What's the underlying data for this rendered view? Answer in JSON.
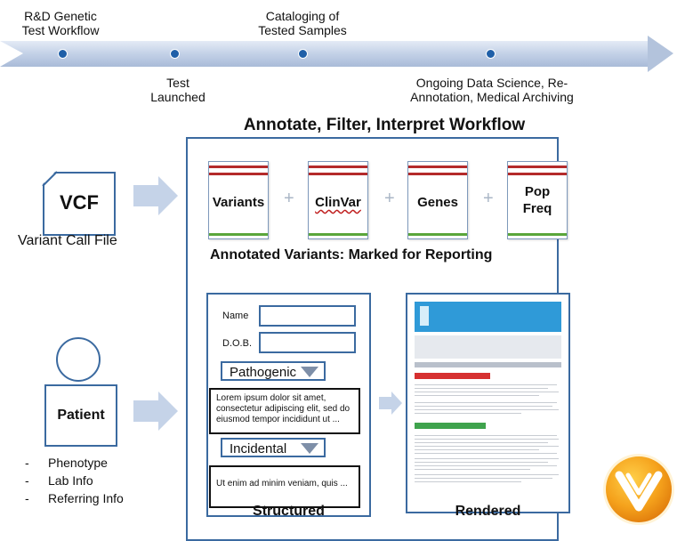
{
  "timeline": {
    "milestones_top": [
      "R&D Genetic\nTest Workflow",
      "Cataloging of\nTested Samples"
    ],
    "milestones_bottom": [
      "Test\nLaunched",
      "Ongoing Data Science, Re-\nAnnotation, Medical Archiving"
    ]
  },
  "workflow": {
    "title": "Annotate, Filter, Interpret Workflow",
    "cards": [
      "Variants",
      "ClinVar",
      "Genes",
      "Pop\nFreq"
    ],
    "plus": "+",
    "annotated_title": "Annotated Variants: Marked for Reporting"
  },
  "vcf": {
    "label": "VCF",
    "caption": "Variant Call File"
  },
  "patient": {
    "label": "Patient",
    "items": [
      "Phenotype",
      "Lab Info",
      "Referring Info"
    ]
  },
  "structured": {
    "caption": "Structured",
    "name_label": "Name",
    "dob_label": "D.O.B.",
    "dropdown1": "Pathogenic",
    "text1": "Lorem ipsum dolor sit amet, consectetur adipiscing elit, sed do eiusmod tempor incididunt ut ...",
    "dropdown2": "Incidental",
    "text2": "Ut enim ad minim veniam, quis ..."
  },
  "rendered": {
    "caption": "Rendered"
  },
  "colors": {
    "border_blue": "#3b6aa0",
    "arrow_blue": "#c5d3e8",
    "red_stripe": "#b42a2a",
    "green_stripe": "#5aa63a",
    "logo_orange": "#f39c12"
  }
}
